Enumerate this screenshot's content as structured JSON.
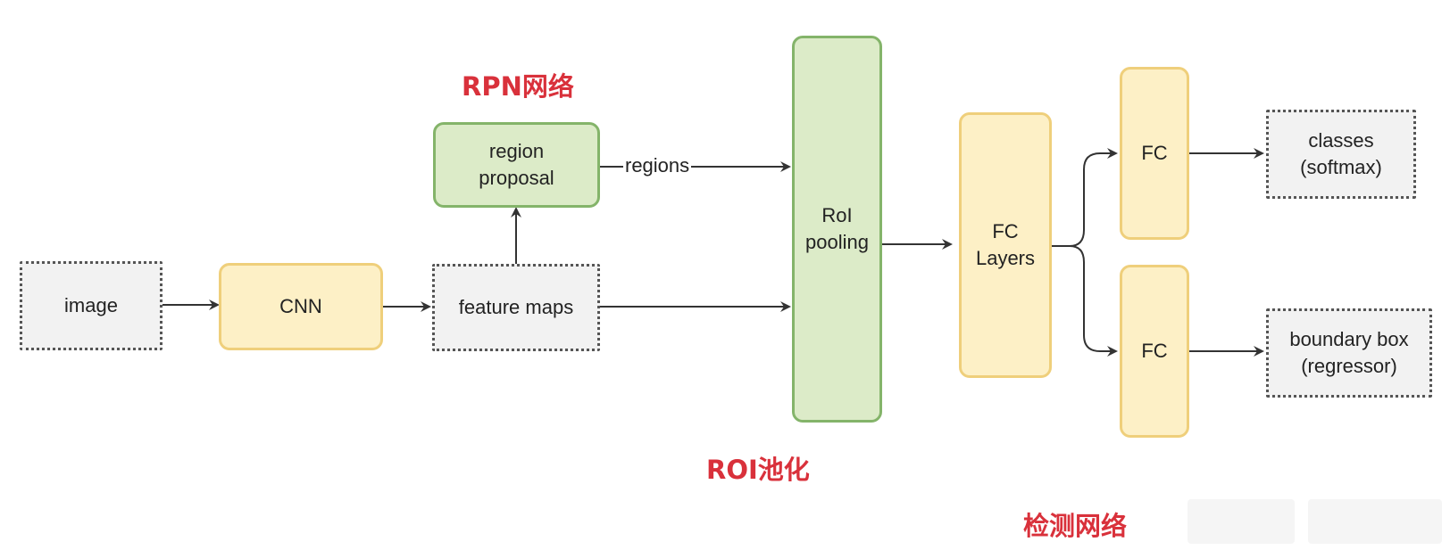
{
  "nodes": {
    "image": "image",
    "cnn": "CNN",
    "feature_maps": "feature maps",
    "region_proposal": "region\nproposal",
    "roi_pooling": "RoI\npooling",
    "fc_layers": "FC\nLayers",
    "fc_top": "FC",
    "fc_bottom": "FC",
    "classes": "classes\n(softmax)",
    "boundary_box": "boundary box\n(regressor)"
  },
  "edge_labels": {
    "regions": "regions"
  },
  "annotations": {
    "rpn": "RPN网络",
    "roi": "ROI池化",
    "detection": "检测网络"
  },
  "colors": {
    "annotation_red": "#d9313b",
    "yellow_fill": "#fdf0c6",
    "yellow_border": "#efcf7b",
    "green_fill": "#dcebc8",
    "green_border": "#84b46a",
    "dashed_fill": "#f2f2f2"
  }
}
